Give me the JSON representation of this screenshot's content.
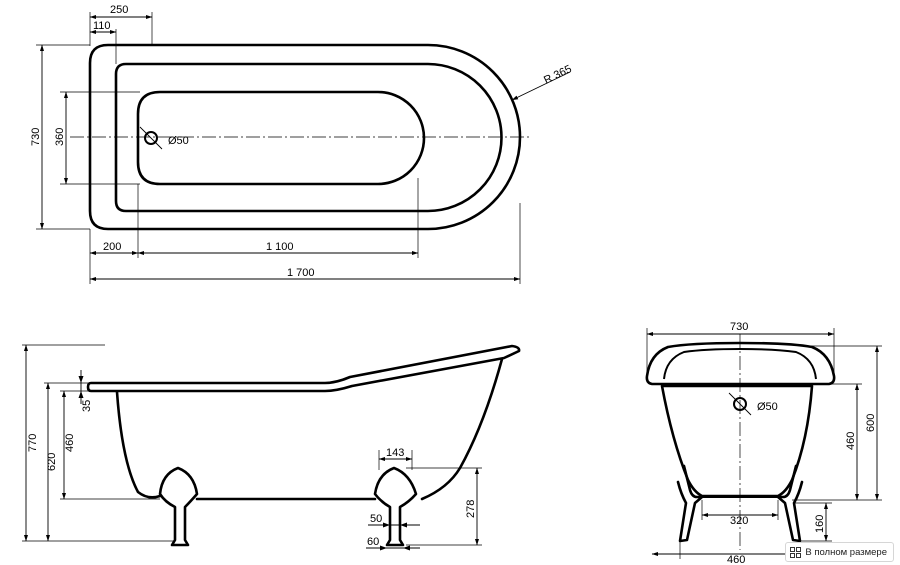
{
  "diagram": {
    "top_view": {
      "w_250": "250",
      "w_110": "110",
      "h_730": "730",
      "h_360": "360",
      "drain": "Ø50",
      "radius": "R 365",
      "w_200": "200",
      "w_1100": "1 100",
      "w_1700": "1 700"
    },
    "side_view": {
      "h_770": "770",
      "h_620": "620",
      "h_460": "460",
      "rim_35": "35",
      "foot_143": "143",
      "foot_50": "50",
      "foot_60": "60",
      "h_278": "278"
    },
    "end_view": {
      "w_730": "730",
      "drain": "Ø50",
      "h_460": "460",
      "h_600": "600",
      "w_320": "320",
      "h_160": "160",
      "w_460": "460"
    }
  },
  "ui": {
    "fullsize_button_label": "В полном размере",
    "fullsize_icon": "expand-icon"
  }
}
